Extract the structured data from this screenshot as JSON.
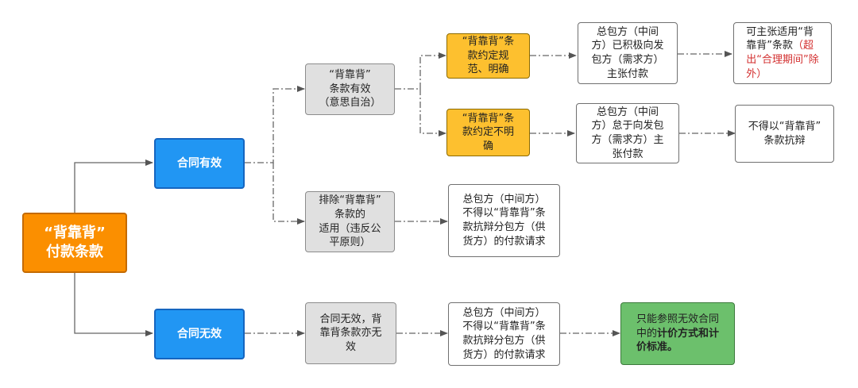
{
  "root": {
    "label": "“背靠背”\n付款条款"
  },
  "valid": {
    "label": "合同有效"
  },
  "invalid": {
    "label": "合同无效"
  },
  "effective": {
    "label": "“背靠背”\n条款有效\n（意思自治）"
  },
  "excluded": {
    "label": "排除“背靠背”\n条款的\n适用（违反公\n平原则）"
  },
  "clear": {
    "label": "“背靠背”条\n款约定规\n范、明确"
  },
  "unclear": {
    "label": "“背靠背”条\n款约定不明\n确"
  },
  "claim": {
    "label": "总包方（中间\n方）已积极向发\n包方（需求方）\n主张付款"
  },
  "lazy": {
    "label": "总包方（中间\n方）怠于向发包\n方（需求方）主\n张付款"
  },
  "can_assert": {
    "normal": "可主张适用“背\n靠背”条款",
    "highlight": "（超\n出“合理期间”除\n外）"
  },
  "cannot_assert": {
    "label": "不得以“背靠背”\n条款抗辩"
  },
  "no_defense_1": {
    "label": "总包方（中间方）\n不得以“背靠背”条\n款抗辩分包方（供\n货方）的付款请求"
  },
  "void_clause": {
    "label": "合同无效，背\n靠背条款亦无\n效"
  },
  "no_defense_2": {
    "label": "总包方（中间方）\n不得以“背靠背”条\n款抗辩分包方（供\n货方）的付款请求"
  },
  "only_ref": {
    "prefix": "只能参照无效合同\n中的",
    "bold": "计价方式和计\n价标准。"
  },
  "colors": {
    "root": "#fb8f00",
    "blue": "#2196f3",
    "gray": "#e0e0e0",
    "yellow": "#fdc02f",
    "green": "#6cc06c",
    "red": "#d32f2f"
  }
}
